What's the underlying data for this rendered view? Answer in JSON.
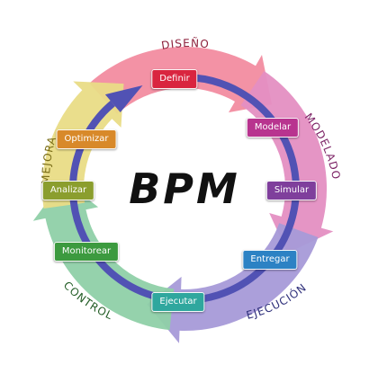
{
  "center_title": "BPM",
  "phases": {
    "diseno": "DISEÑO",
    "modelado": "MODELADO",
    "ejecucion": "EJECUCIÓN",
    "control": "CONTROL",
    "mejora": "MEJORA"
  },
  "steps": {
    "definir": {
      "label": "Definir",
      "color": "#d9253f"
    },
    "modelar": {
      "label": "Modelar",
      "color": "#b8348f"
    },
    "simular": {
      "label": "Simular",
      "color": "#7f3f9c"
    },
    "entregar": {
      "label": "Entregar",
      "color": "#2c82c4"
    },
    "ejecutar": {
      "label": "Ejecutar",
      "color": "#2fa79e"
    },
    "monitorear": {
      "label": "Monitorear",
      "color": "#3c9a3f"
    },
    "analizar": {
      "label": "Analizar",
      "color": "#8b9e2e"
    },
    "optimizar": {
      "label": "Optimizar",
      "color": "#d8892a"
    }
  },
  "colors": {
    "phase_diseno": "#f28ca0",
    "phase_modelado": "#e48fc2",
    "phase_ejecucion": "#a79ad8",
    "phase_control": "#8fd0a8",
    "phase_mejora": "#e9dc86",
    "inner_arrow": "#5152b4",
    "title_diseno": "#8c1f3a",
    "title_modelado": "#7a1f63",
    "title_ejecucion": "#2e2f7a",
    "title_control": "#245e27",
    "title_mejora": "#7a6d17"
  }
}
